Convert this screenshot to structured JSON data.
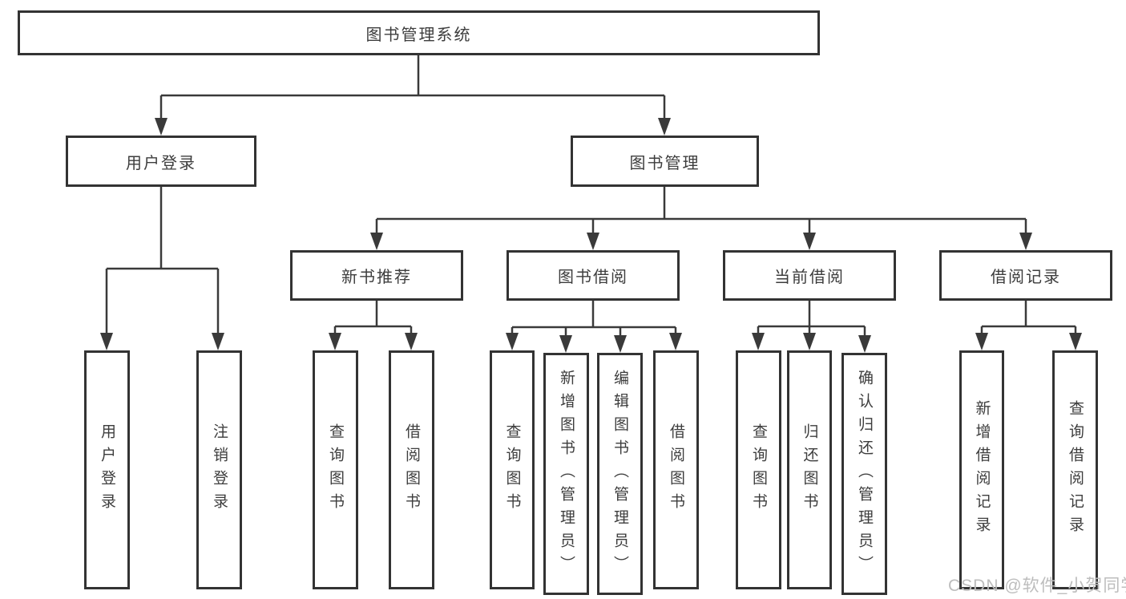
{
  "title": {
    "label": "图书管理系统"
  },
  "modules": [
    {
      "label": "用户登录",
      "children": [
        {
          "label": "用户登录"
        },
        {
          "label": "注销登录"
        }
      ]
    },
    {
      "label": "图书管理",
      "children": [
        {
          "label": "新书推荐",
          "children": [
            {
              "label": "查询图书"
            },
            {
              "label": "借阅图书"
            }
          ]
        },
        {
          "label": "图书借阅",
          "children": [
            {
              "label": "查询图书"
            },
            {
              "label": "新增图书（管理员）"
            },
            {
              "label": "编辑图书（管理员）"
            },
            {
              "label": "借阅图书"
            }
          ]
        },
        {
          "label": "当前借阅",
          "children": [
            {
              "label": "查询图书"
            },
            {
              "label": "归还图书"
            },
            {
              "label": "确认归还（管理员）"
            }
          ]
        },
        {
          "label": "借阅记录",
          "children": [
            {
              "label": "新增借阅记录"
            },
            {
              "label": "查询借阅记录"
            }
          ]
        }
      ]
    }
  ],
  "watermark": {
    "text": "CSDN @软件_小贺同学"
  },
  "colors": {
    "line": "#3a3a3a",
    "box_border": "#333333",
    "text": "#3d3d3d",
    "background": "#ffffff",
    "watermark": "#bdbdbd"
  }
}
